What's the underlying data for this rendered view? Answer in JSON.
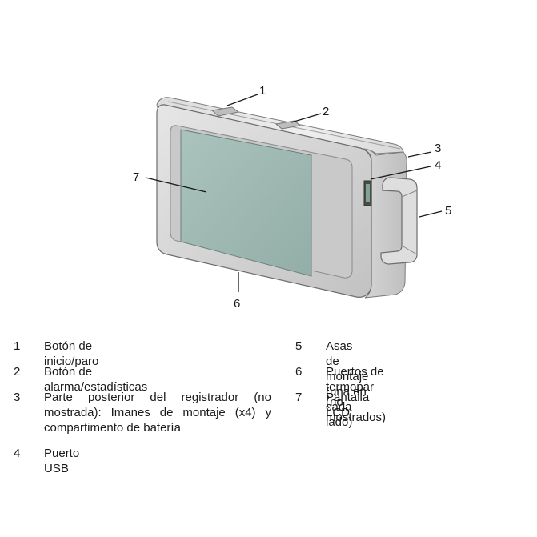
{
  "diagram": {
    "callouts": [
      "1",
      "2",
      "3",
      "4",
      "5",
      "6",
      "7"
    ],
    "colors": {
      "body_light": "#ececec",
      "body_mid": "#d3d3d3",
      "body_dark": "#9a9a9a",
      "outline": "#6d6d6d",
      "screen": "#a6beb8",
      "screen_dark": "#8ea9a2"
    }
  },
  "legend": {
    "items": [
      {
        "num": "1",
        "text": "Botón de inicio/paro"
      },
      {
        "num": "2",
        "text": "Botón de alarma/estadísticas"
      },
      {
        "num": "3",
        "text": "Parte posterior del registrador (no mostrada): Imanes de montaje (x4) y compartimento de batería"
      },
      {
        "num": "4",
        "text": "Puerto USB"
      },
      {
        "num": "5",
        "text": "Asas de montaje (una en cada lado)"
      },
      {
        "num": "6",
        "text": "Puertos de termopar (no mostrados)"
      },
      {
        "num": "7",
        "text": "Pantalla LCD"
      }
    ]
  }
}
